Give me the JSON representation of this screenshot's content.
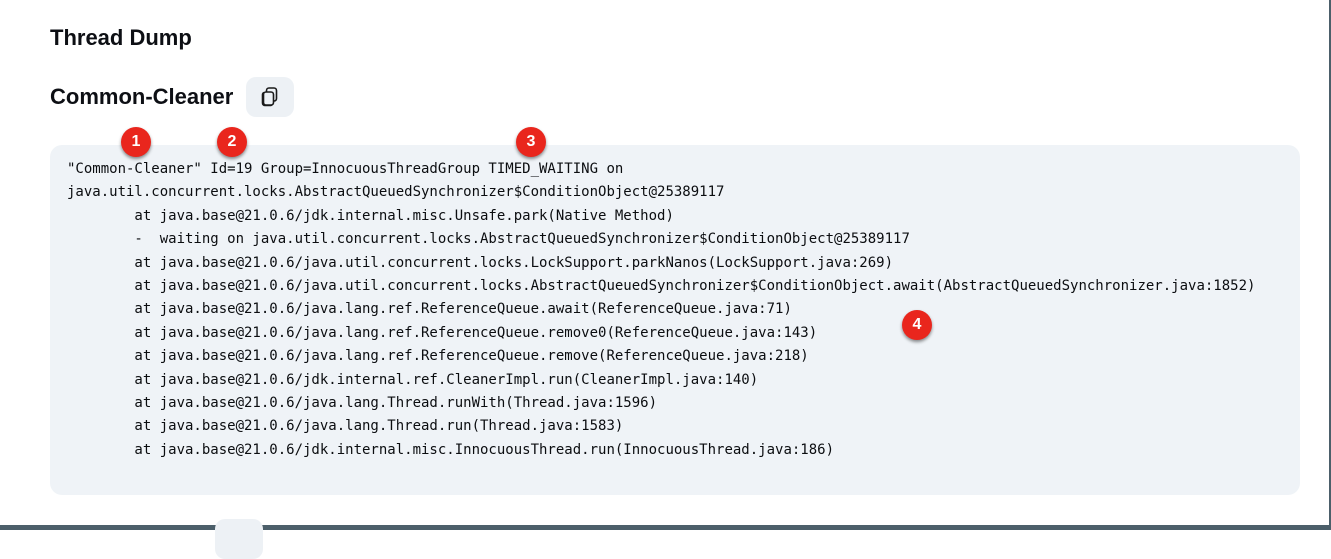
{
  "page": {
    "title": "Thread Dump"
  },
  "section": {
    "title": "Common-Cleaner"
  },
  "code_block": {
    "lines": [
      "\"Common-Cleaner\" Id=19 Group=InnocuousThreadGroup TIMED_WAITING on",
      "java.util.concurrent.locks.AbstractQueuedSynchronizer$ConditionObject@25389117",
      "        at java.base@21.0.6/jdk.internal.misc.Unsafe.park(Native Method)",
      "        -  waiting on java.util.concurrent.locks.AbstractQueuedSynchronizer$ConditionObject@25389117",
      "        at java.base@21.0.6/java.util.concurrent.locks.LockSupport.parkNanos(LockSupport.java:269)",
      "        at java.base@21.0.6/java.util.concurrent.locks.AbstractQueuedSynchronizer$ConditionObject.await(AbstractQueuedSynchronizer.java:1852)",
      "        at java.base@21.0.6/java.lang.ref.ReferenceQueue.await(ReferenceQueue.java:71)",
      "        at java.base@21.0.6/java.lang.ref.ReferenceQueue.remove0(ReferenceQueue.java:143)",
      "        at java.base@21.0.6/java.lang.ref.ReferenceQueue.remove(ReferenceQueue.java:218)",
      "        at java.base@21.0.6/jdk.internal.ref.CleanerImpl.run(CleanerImpl.java:140)",
      "        at java.base@21.0.6/java.lang.Thread.runWith(Thread.java:1596)",
      "        at java.base@21.0.6/java.lang.Thread.run(Thread.java:1583)",
      "        at java.base@21.0.6/jdk.internal.misc.InnocuousThread.run(InnocuousThread.java:186)"
    ]
  },
  "annotations": {
    "badges": [
      {
        "label": "1"
      },
      {
        "label": "2"
      },
      {
        "label": "3"
      },
      {
        "label": "4"
      }
    ]
  },
  "colors": {
    "badge_red": "#e9261d",
    "code_background": "#eff3f7",
    "button_background": "#edf1f5",
    "frame_border": "#4c5f6a",
    "text": "#0d0f14"
  }
}
